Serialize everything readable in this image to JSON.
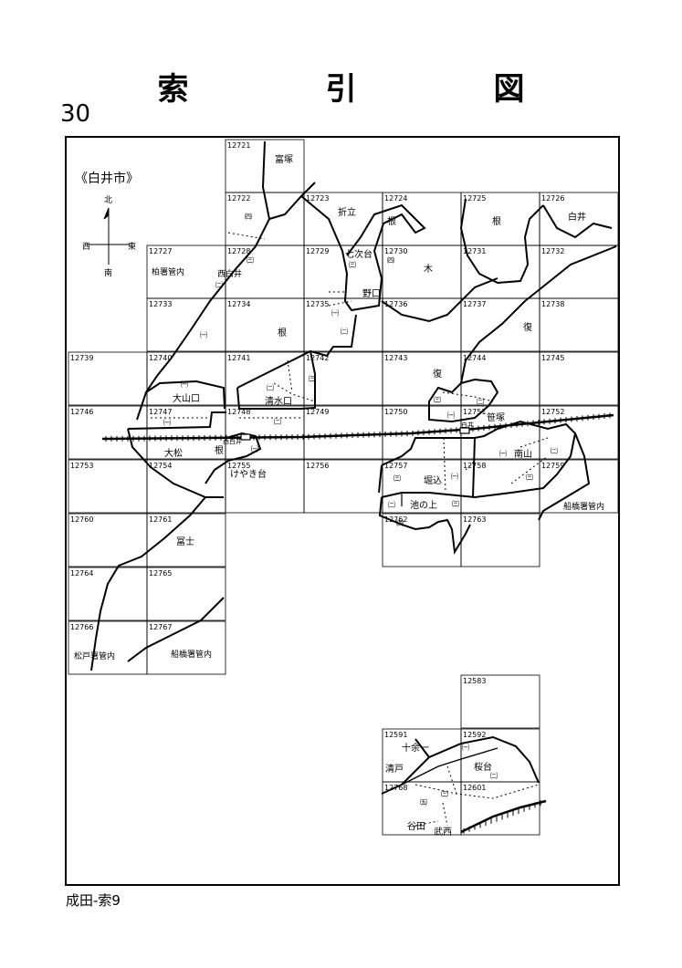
{
  "title": "索　引　図",
  "page_number": "30",
  "footer": "成田-索9",
  "city_label": "《白井市》",
  "compass": {
    "north": "北",
    "south": "南",
    "west": "西",
    "east": "東"
  },
  "grid_cells": [
    {
      "id": "12721",
      "label": "12721"
    },
    {
      "id": "12722",
      "label": "12722"
    },
    {
      "id": "12723",
      "label": "12723"
    },
    {
      "id": "12724",
      "label": "12724"
    },
    {
      "id": "12725",
      "label": "12725"
    },
    {
      "id": "12726",
      "label": "12726"
    },
    {
      "id": "12727",
      "label": "12727"
    },
    {
      "id": "12728",
      "label": "12728"
    },
    {
      "id": "12729",
      "label": "12729"
    },
    {
      "id": "12730",
      "label": "12730"
    },
    {
      "id": "12731",
      "label": "12731"
    },
    {
      "id": "12732",
      "label": "12732"
    },
    {
      "id": "12733",
      "label": "12733"
    },
    {
      "id": "12734",
      "label": "12734"
    },
    {
      "id": "12735",
      "label": "12735"
    },
    {
      "id": "12736",
      "label": "12736"
    },
    {
      "id": "12737",
      "label": "12737"
    },
    {
      "id": "12738",
      "label": "12738"
    },
    {
      "id": "12739",
      "label": "12739"
    },
    {
      "id": "12740",
      "label": "12740"
    },
    {
      "id": "12741",
      "label": "12741"
    },
    {
      "id": "12742",
      "label": "12742"
    },
    {
      "id": "12743",
      "label": "12743"
    },
    {
      "id": "12744",
      "label": "12744"
    },
    {
      "id": "12745",
      "label": "12745"
    },
    {
      "id": "12746",
      "label": "12746"
    },
    {
      "id": "12747",
      "label": "12747"
    },
    {
      "id": "12748",
      "label": "12748"
    },
    {
      "id": "12749",
      "label": "12749"
    },
    {
      "id": "12750",
      "label": "12750"
    },
    {
      "id": "12751",
      "label": "12751"
    },
    {
      "id": "12752",
      "label": "12752"
    },
    {
      "id": "12753",
      "label": "12753"
    },
    {
      "id": "12754",
      "label": "12754"
    },
    {
      "id": "12755",
      "label": "12755"
    },
    {
      "id": "12756",
      "label": "12756"
    },
    {
      "id": "12757",
      "label": "12757"
    },
    {
      "id": "12758",
      "label": "12758"
    },
    {
      "id": "12759",
      "label": "12759"
    },
    {
      "id": "12760",
      "label": "12760"
    },
    {
      "id": "12761",
      "label": "12761"
    },
    {
      "id": "12762",
      "label": "12762"
    },
    {
      "id": "12763",
      "label": "12763"
    },
    {
      "id": "12764",
      "label": "12764"
    },
    {
      "id": "12765",
      "label": "12765"
    },
    {
      "id": "12766",
      "label": "12766"
    },
    {
      "id": "12767",
      "label": "12767"
    },
    {
      "id": "12583",
      "label": "12583"
    },
    {
      "id": "12591",
      "label": "12591"
    },
    {
      "id": "12592",
      "label": "12592"
    },
    {
      "id": "12768",
      "label": "12768"
    },
    {
      "id": "12601",
      "label": "12601"
    }
  ],
  "place_labels": [
    {
      "id": "p01",
      "text": "富塚"
    },
    {
      "id": "p02",
      "text": "折立"
    },
    {
      "id": "p03",
      "text": "根"
    },
    {
      "id": "p04",
      "text": "根"
    },
    {
      "id": "p05",
      "text": "白井"
    },
    {
      "id": "p06",
      "text": "柏署管内"
    },
    {
      "id": "p07",
      "text": "西白井"
    },
    {
      "id": "p08",
      "text": "七次台"
    },
    {
      "id": "p09",
      "text": "木"
    },
    {
      "id": "p10",
      "text": "野口"
    },
    {
      "id": "p11",
      "text": "根"
    },
    {
      "id": "p12",
      "text": "復"
    },
    {
      "id": "p13",
      "text": "大山口"
    },
    {
      "id": "p14",
      "text": "清水口"
    },
    {
      "id": "p15",
      "text": "復"
    },
    {
      "id": "p16",
      "text": "笹塚"
    },
    {
      "id": "p17",
      "text": "大松"
    },
    {
      "id": "p18",
      "text": "根"
    },
    {
      "id": "p19",
      "text": "けやき台"
    },
    {
      "id": "p20",
      "text": "堀込"
    },
    {
      "id": "p21",
      "text": "南山"
    },
    {
      "id": "p22",
      "text": "池の上"
    },
    {
      "id": "p23",
      "text": "船橋署管内"
    },
    {
      "id": "p24",
      "text": "冨士"
    },
    {
      "id": "p25",
      "text": "松戸署管内"
    },
    {
      "id": "p26",
      "text": "船橋署管内"
    },
    {
      "id": "p27",
      "text": "十余一"
    },
    {
      "id": "p28",
      "text": "清戸"
    },
    {
      "id": "p29",
      "text": "桜台"
    },
    {
      "id": "p30",
      "text": "谷田"
    },
    {
      "id": "p31",
      "text": "武西"
    },
    {
      "id": "p32",
      "text": "西白井"
    },
    {
      "id": "p33",
      "text": "白井"
    }
  ],
  "district_marks": [
    {
      "id": "d01",
      "text": "㈣"
    },
    {
      "id": "d02",
      "text": "㈢"
    },
    {
      "id": "d03",
      "text": "㈡"
    },
    {
      "id": "d04",
      "text": "㈠"
    },
    {
      "id": "d05",
      "text": "㈢"
    },
    {
      "id": "d06",
      "text": "㈣"
    },
    {
      "id": "d07",
      "text": "㈠"
    },
    {
      "id": "d08",
      "text": "㈡"
    },
    {
      "id": "d09",
      "text": "㈢"
    },
    {
      "id": "d10",
      "text": "㈠"
    },
    {
      "id": "d11",
      "text": "㈢"
    },
    {
      "id": "d12",
      "text": "㈡"
    },
    {
      "id": "d13",
      "text": "㈠"
    },
    {
      "id": "d14",
      "text": "㈡"
    },
    {
      "id": "d15",
      "text": "㈠"
    },
    {
      "id": "d16",
      "text": "㈠"
    },
    {
      "id": "d17",
      "text": "㈡"
    },
    {
      "id": "d18",
      "text": "㈢"
    },
    {
      "id": "d19",
      "text": "㈠"
    },
    {
      "id": "d20",
      "text": "㈡"
    },
    {
      "id": "d21",
      "text": "㈢"
    },
    {
      "id": "d22",
      "text": "㈠"
    },
    {
      "id": "d23",
      "text": "㈡"
    },
    {
      "id": "d24",
      "text": "㈢"
    },
    {
      "id": "d25",
      "text": "㈣"
    },
    {
      "id": "d26",
      "text": "㈤"
    },
    {
      "id": "d27",
      "text": "㈠"
    },
    {
      "id": "d28",
      "text": "㈡"
    },
    {
      "id": "d29",
      "text": "㈢"
    }
  ]
}
